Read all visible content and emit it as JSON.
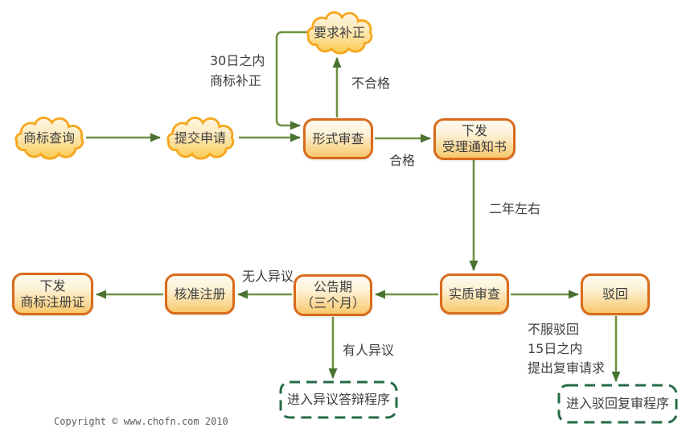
{
  "diagram": {
    "clouds": {
      "search": {
        "label": "商标查询"
      },
      "submit": {
        "label": "提交申请"
      },
      "correction": {
        "label": "要求补正"
      }
    },
    "boxes": {
      "formal": {
        "label": "形式审查"
      },
      "acceptance": {
        "line1": "下发",
        "line2": "受理通知书"
      },
      "substantive": {
        "label": "实质审查"
      },
      "rejection": {
        "label": "驳回"
      },
      "publication": {
        "line1": "公告期",
        "line2": "（三个月）"
      },
      "approval": {
        "label": "核准注册"
      },
      "certificate": {
        "line1": "下发",
        "line2": "商标注册证"
      }
    },
    "terminals": {
      "opposition": {
        "label": "进入异议答辩程序"
      },
      "review": {
        "label": "进入驳回复审程序"
      }
    },
    "edge_labels": {
      "correction_line1": "30日之内",
      "correction_line2": "商标补正",
      "unqualified": "不合格",
      "qualified": "合格",
      "two_years": "二年左右",
      "no_opposition": "无人异议",
      "has_opposition": "有人异议",
      "rejection_line1": "不服驳回",
      "rejection_line2": "15日之内",
      "rejection_line3": "提出复审请求"
    }
  },
  "footer": {
    "copyright": "Copyright © www.chofn.com 2010"
  },
  "colors": {
    "box_border": "#d96b1b",
    "box_fill_top": "#fefaee",
    "box_fill_bottom": "#f8c96d",
    "cloud_border": "#f6a71f",
    "cloud_fill_top": "#fdf3d9",
    "cloud_fill_bottom": "#fbcb51",
    "arrow_line": "#6f9242",
    "arrow_head": "#4a7230",
    "dashed_border": "#256b47",
    "text": "#3d3d3d"
  }
}
